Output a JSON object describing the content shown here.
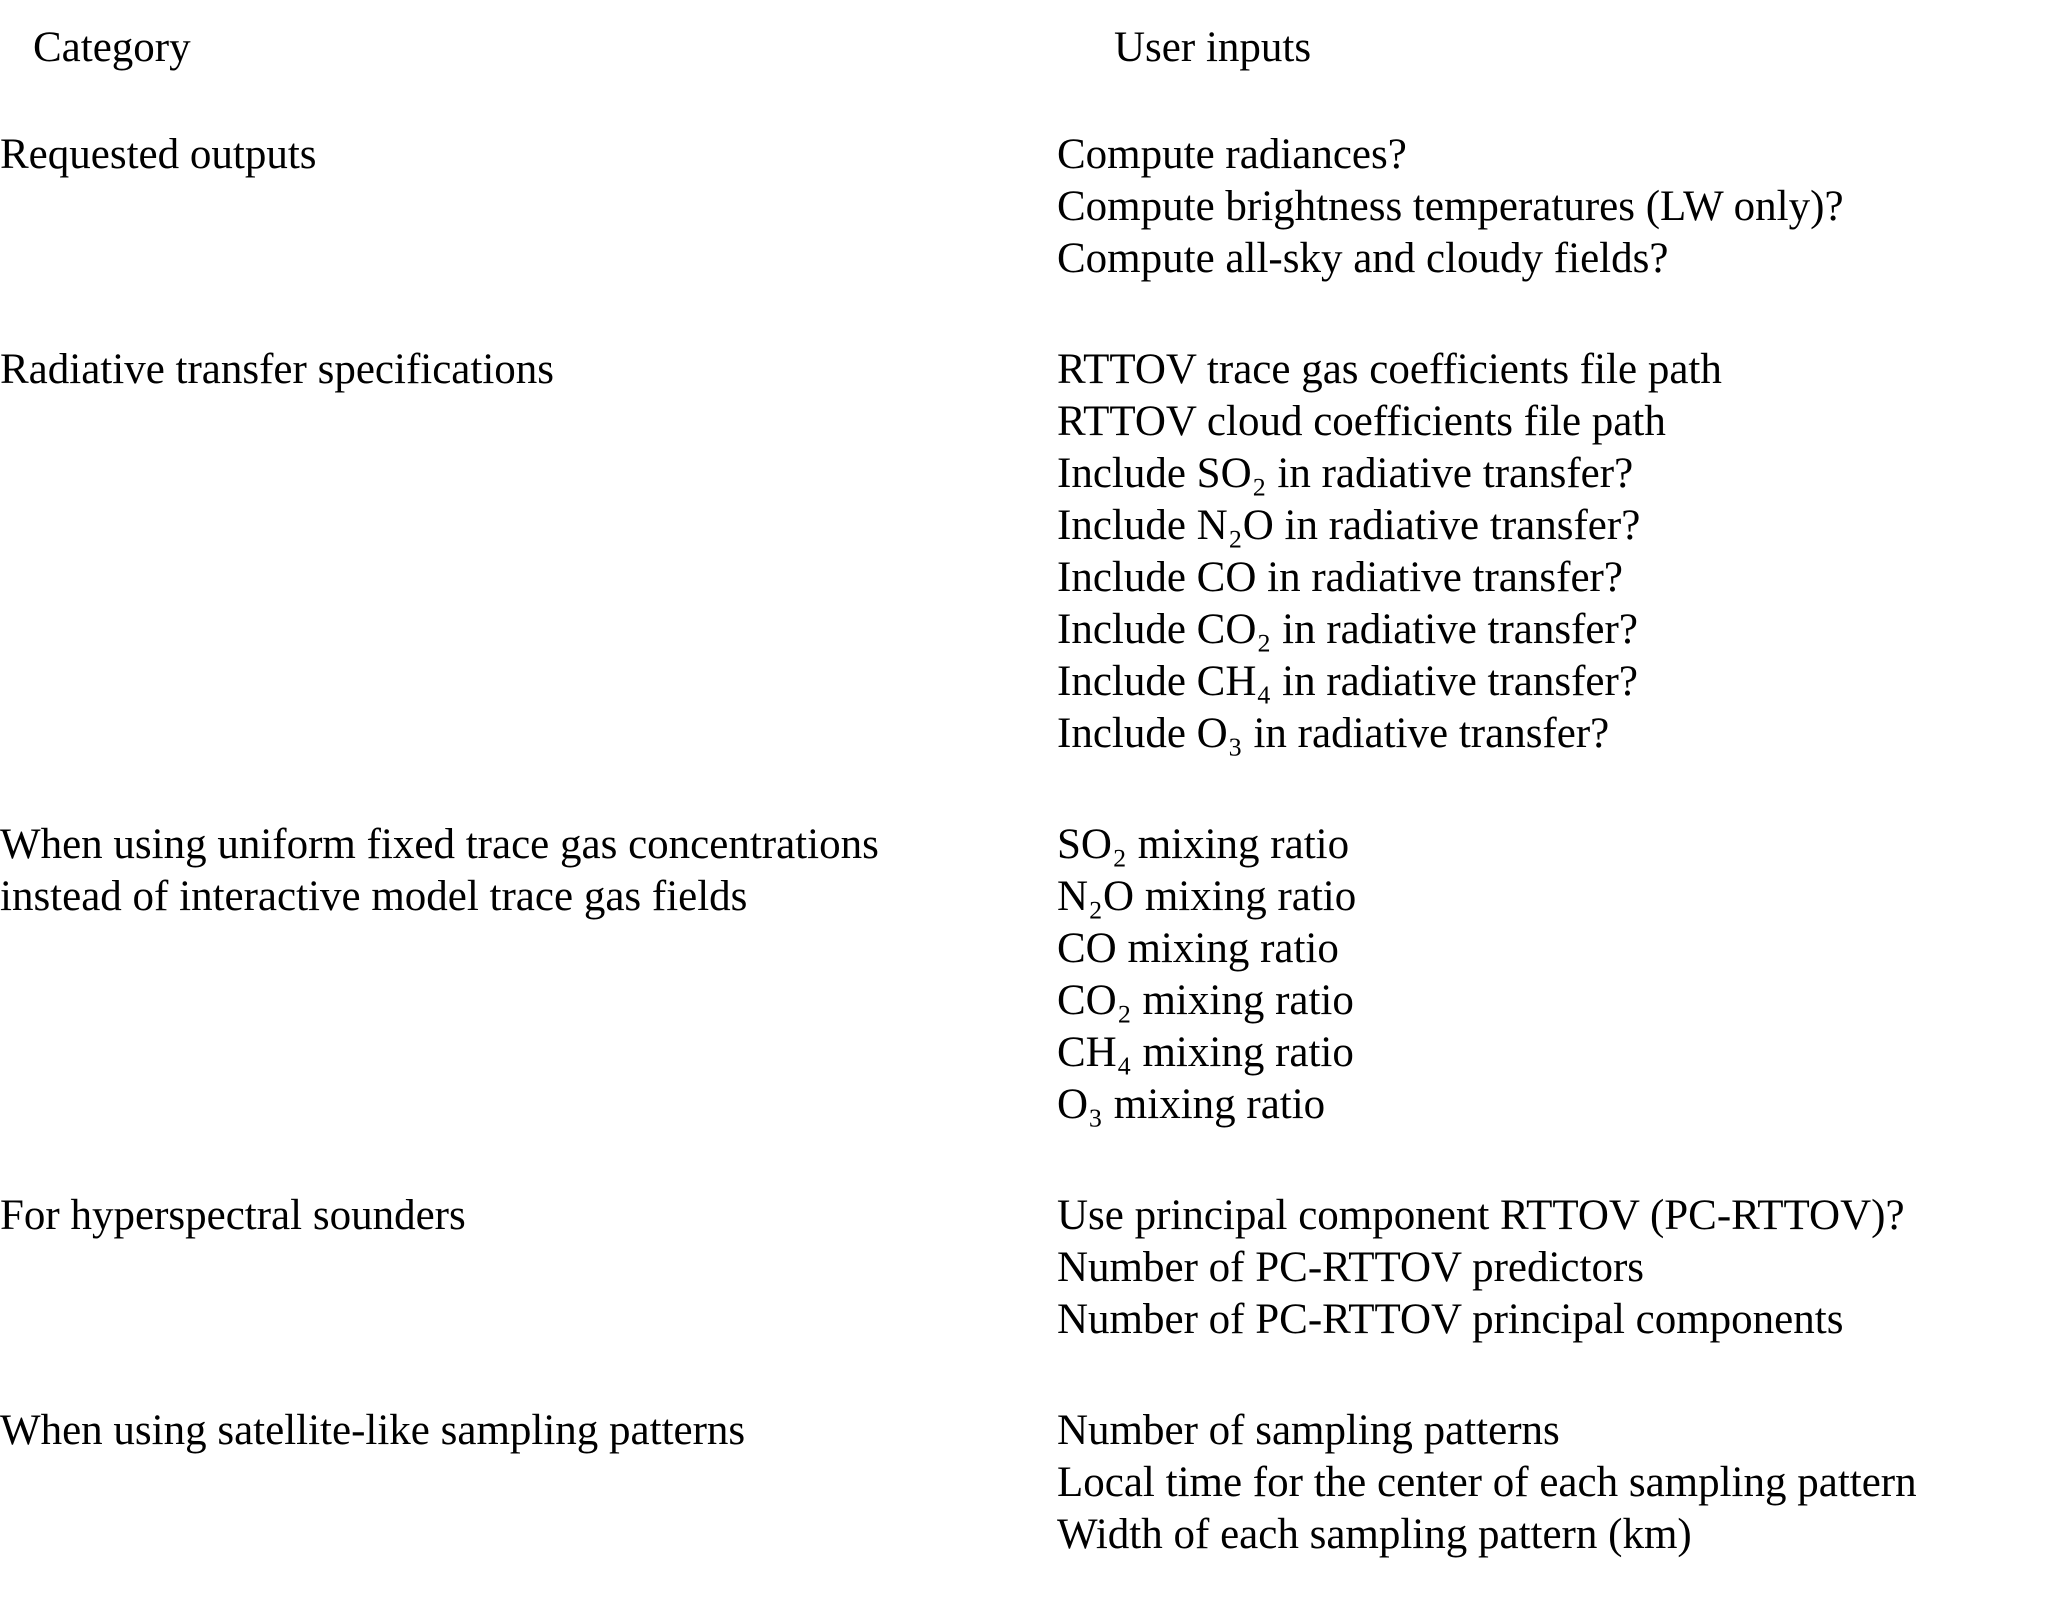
{
  "table": {
    "columns": [
      {
        "key": "category",
        "header": "Category"
      },
      {
        "key": "user_inputs",
        "header": "User inputs"
      }
    ],
    "rows": [
      {
        "category_lines": [
          "Requested outputs"
        ],
        "input_lines": [
          "Compute radiances?",
          "Compute brightness temperatures (LW only)?",
          "Compute all-sky and cloudy fields?"
        ]
      },
      {
        "category_lines": [
          "Radiative transfer specifications"
        ],
        "input_lines": [
          "RTTOV trace gas coefficients file path",
          "RTTOV cloud coefficients file path",
          "Include SO₂ in radiative transfer?",
          "Include N₂O in radiative transfer?",
          "Include CO in radiative transfer?",
          "Include CO₂ in radiative transfer?",
          "Include CH₄ in radiative transfer?",
          "Include O₃ in radiative transfer?"
        ]
      },
      {
        "category_lines": [
          "When using uniform fixed trace gas concentrations",
          "instead of interactive model trace gas fields"
        ],
        "input_lines": [
          "SO₂ mixing ratio",
          "N₂O mixing ratio",
          "CO mixing ratio",
          "CO₂ mixing ratio",
          "CH₄ mixing ratio",
          "O₃ mixing ratio"
        ]
      },
      {
        "category_lines": [
          "For hyperspectral sounders"
        ],
        "input_lines": [
          "Use principal component RTTOV (PC-RTTOV)?",
          "Number of PC-RTTOV predictors",
          "Number of PC-RTTOV principal components"
        ]
      },
      {
        "category_lines": [
          "When using satellite-like sampling patterns"
        ],
        "input_lines": [
          "Number of sampling patterns",
          "Local time for the center of each sampling pattern",
          "Width of each sampling pattern (km)"
        ]
      }
    ]
  },
  "style": {
    "text_color": "#000000",
    "rule_color": "#000000",
    "background": "#ffffff"
  }
}
